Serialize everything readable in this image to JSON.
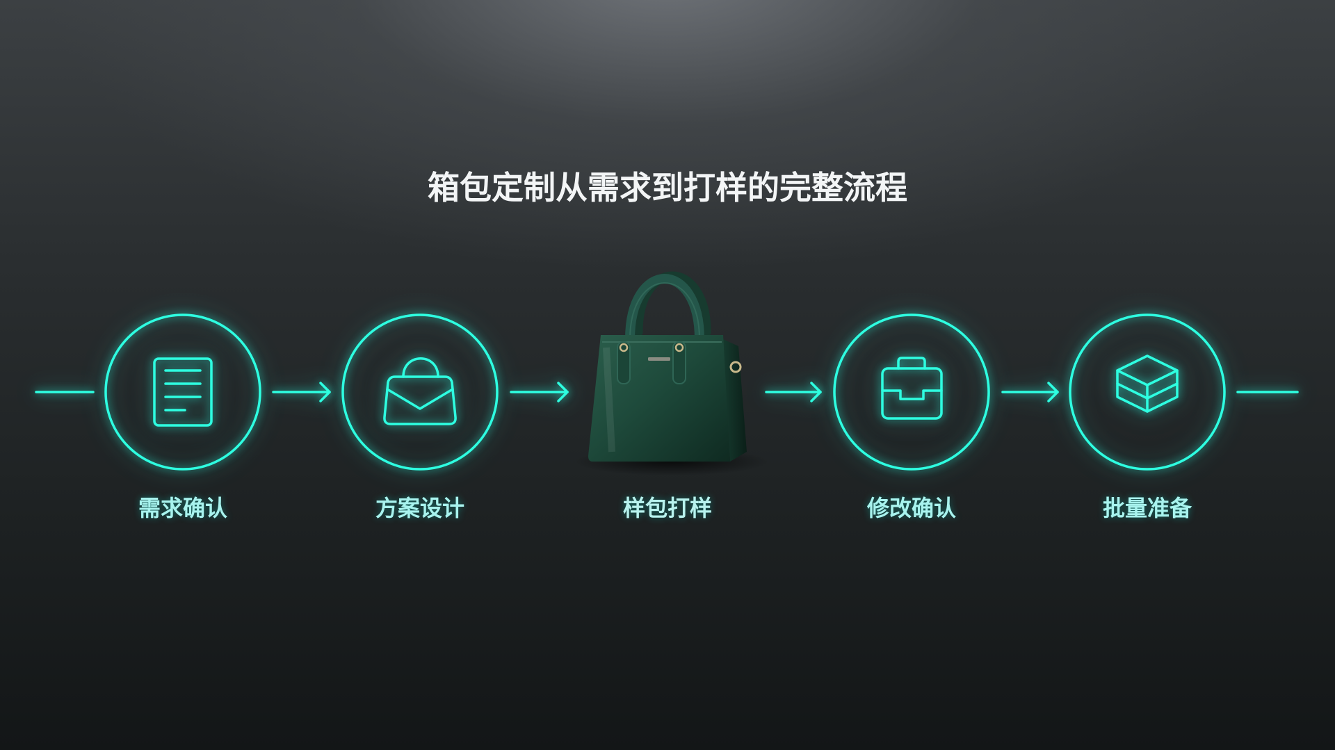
{
  "title": "箱包定制从需求到打样的完整流程",
  "steps": [
    {
      "label": "需求确认",
      "icon": "document-icon"
    },
    {
      "label": "方案设计",
      "icon": "handbag-outline-icon"
    },
    {
      "label": "样包打样",
      "icon": "handbag-product-photo"
    },
    {
      "label": "修改确认",
      "icon": "briefcase-icon"
    },
    {
      "label": "批量准备",
      "icon": "stacked-layers-icon"
    }
  ],
  "colors": {
    "accent": "#2effe1",
    "label": "#a8f3ee",
    "title": "#f3f5f6",
    "bag": "#1f4a3c",
    "background_top": "#5d6166",
    "background_bottom": "#131617"
  }
}
